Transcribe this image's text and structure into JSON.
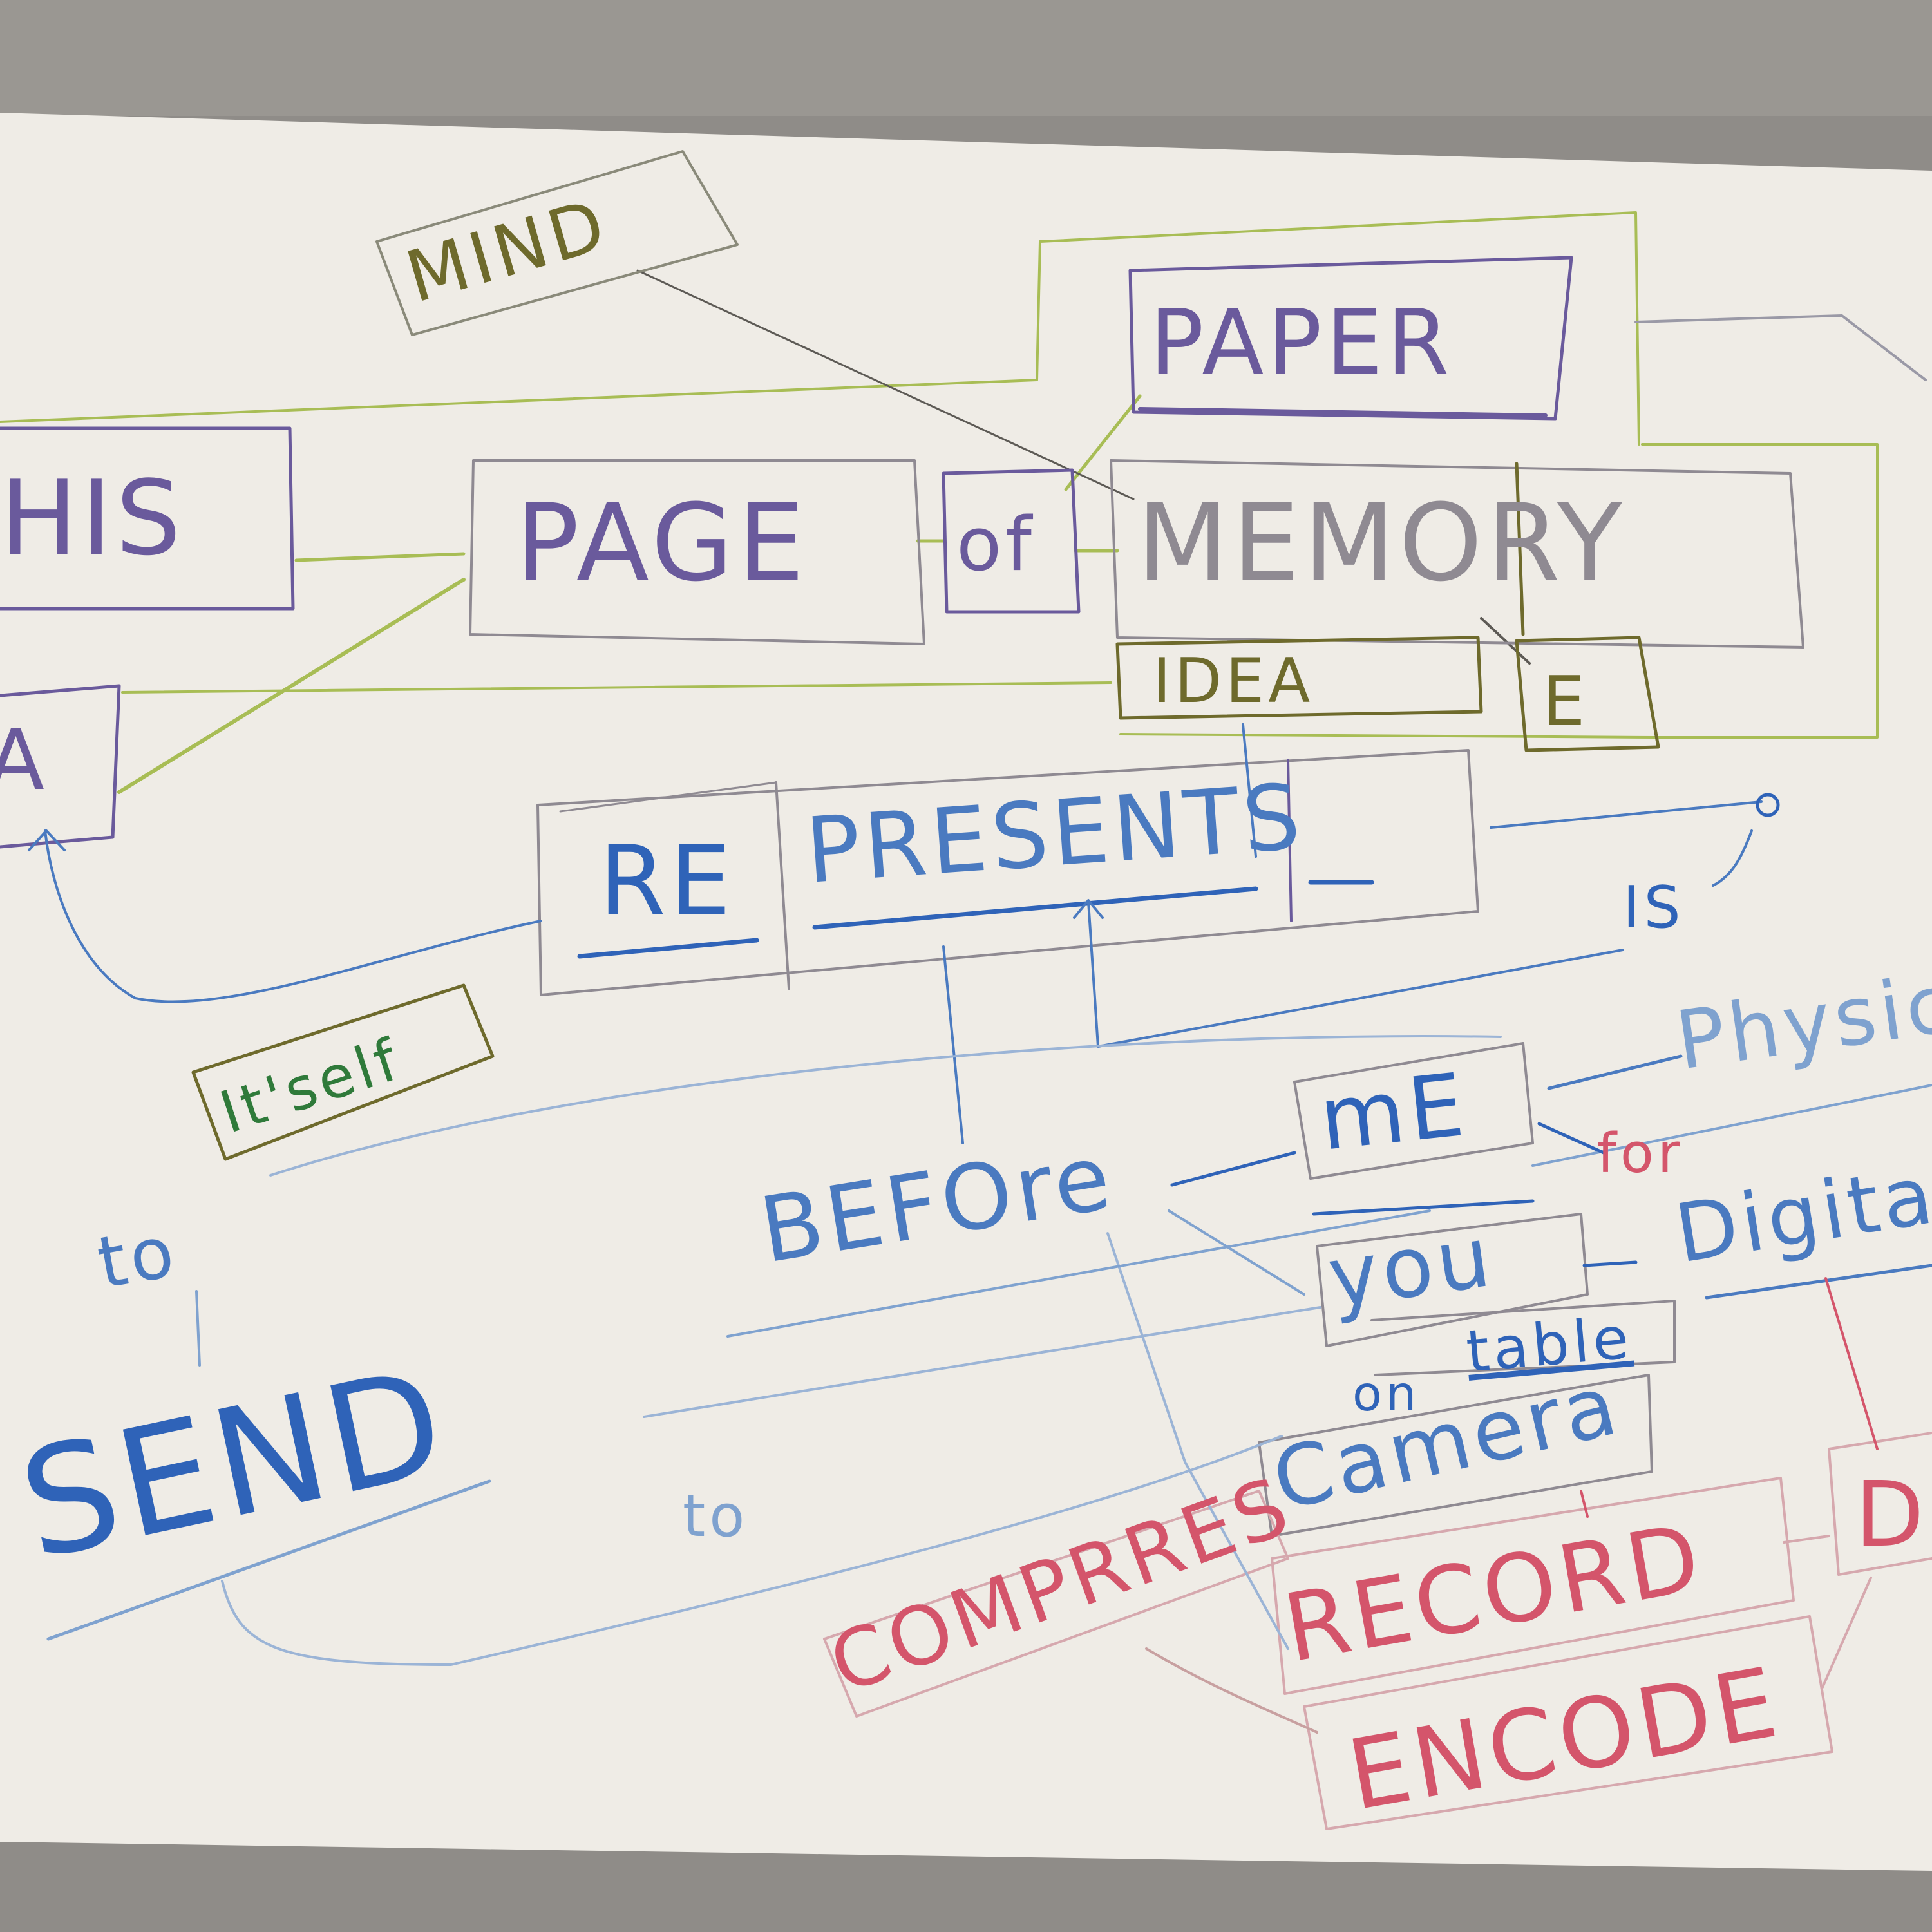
{
  "words": {
    "mind": "MIND",
    "paper": "PAPER",
    "this": "HIS",
    "page": "PAGE",
    "of": "of",
    "memory": "MEMORY",
    "idea": "IDEA",
    "e": "E",
    "a": "A",
    "re": "RE",
    "presents": "PRESENTS",
    "is": "IS",
    "itself": "It'self",
    "physical": "Physic",
    "me": "mE",
    "for": "for",
    "before": "BEFOre",
    "to_top": "to",
    "you": "you",
    "digital": "Digita",
    "on": "on",
    "table": "table",
    "send": "SEND",
    "to_mid": "to",
    "camera": "Camera",
    "compress": "COMPRRES",
    "record": "RECORD",
    "d": "D",
    "encode": "ENCODE"
  },
  "colors": {
    "paper": "#efece6",
    "background": "#8f8c88",
    "green": "#a8bd55",
    "olive": "#6e6a2c",
    "purple": "#6a5a9c",
    "gray_box": "#8f8a92",
    "blue": "#2f63b8",
    "light_blue": "#7fa2cf",
    "red": "#d4556b",
    "pink_box": "#d6a8ae",
    "dark_green": "#2f7a3a"
  }
}
